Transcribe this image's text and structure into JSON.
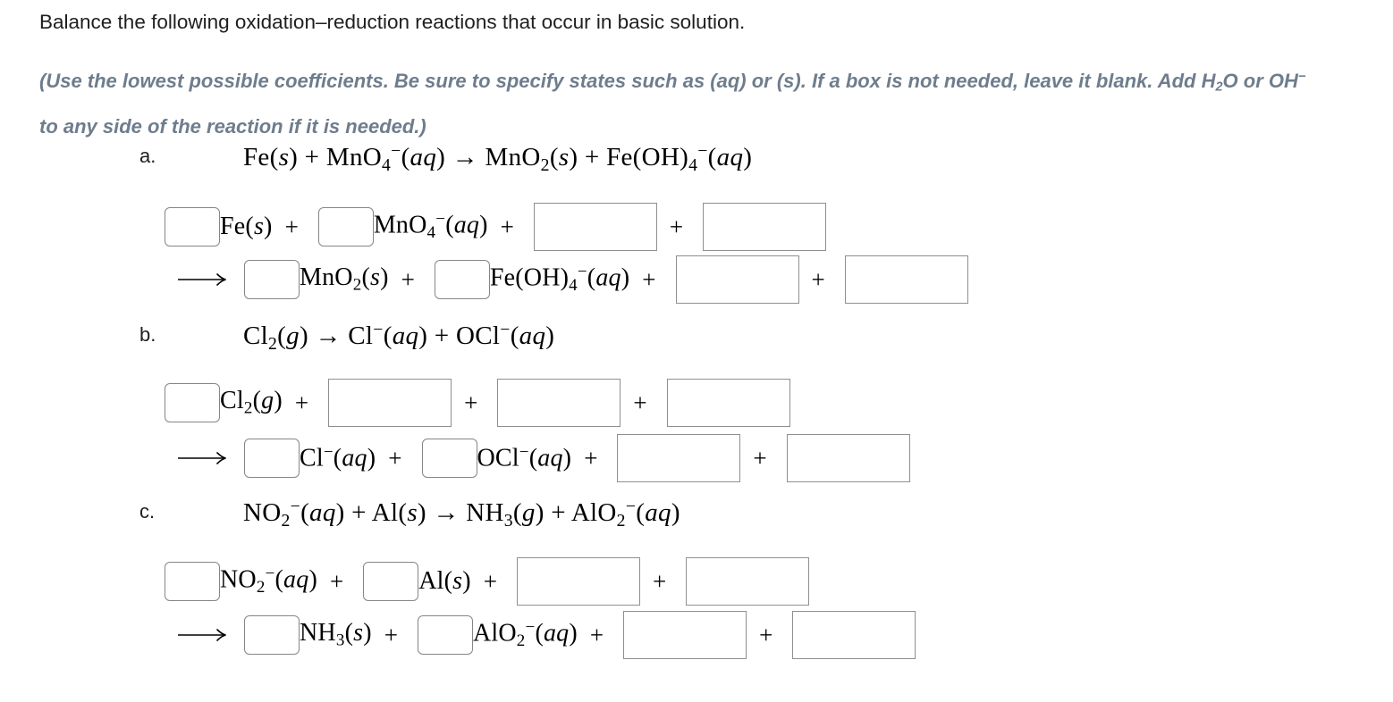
{
  "problem": {
    "statement": "Balance the following oxidation–reduction reactions that occur in basic solution.",
    "instructions_line1": "(Use the lowest possible coefficients. Be sure to specify states such as (aq) or (s). If a box is not needed, leave it blank. Add H_2O or OH^−",
    "instructions_line2": "to any side of the reaction if it is needed.)"
  },
  "symbols": {
    "plus": "+"
  },
  "reactions": [
    {
      "label": "a.",
      "equation": "Fe(*s*) + MnO_4^−(*aq*) → MnO_2(*s*) + Fe(OH)_4^−(*aq*)",
      "reactant_terms": [
        {
          "type": "species",
          "formula": "Fe(*s*)",
          "coefficient_value": ""
        },
        {
          "type": "species",
          "formula": "MnO_4^−(*aq*)",
          "coefficient_value": ""
        },
        {
          "type": "blank",
          "value": ""
        },
        {
          "type": "blank",
          "value": ""
        }
      ],
      "product_terms": [
        {
          "type": "species",
          "formula": "MnO_2(*s*)",
          "coefficient_value": ""
        },
        {
          "type": "species",
          "formula": "Fe(OH)_4^−(*aq*)",
          "coefficient_value": ""
        },
        {
          "type": "blank",
          "value": ""
        },
        {
          "type": "blank",
          "value": ""
        }
      ]
    },
    {
      "label": "b.",
      "equation": "Cl_2(*g*) → Cl^−(*aq*) + OCl^−(*aq*)",
      "reactant_terms": [
        {
          "type": "species",
          "formula": "Cl_2(*g*)",
          "coefficient_value": ""
        },
        {
          "type": "blank",
          "value": ""
        },
        {
          "type": "blank",
          "value": ""
        },
        {
          "type": "blank",
          "value": ""
        }
      ],
      "product_terms": [
        {
          "type": "species",
          "formula": "Cl^−(*aq*)",
          "coefficient_value": ""
        },
        {
          "type": "species",
          "formula": "OCl^−(*aq*)",
          "coefficient_value": ""
        },
        {
          "type": "blank",
          "value": ""
        },
        {
          "type": "blank",
          "value": ""
        }
      ]
    },
    {
      "label": "c.",
      "equation": "NO_2^−(*aq*) + Al(*s*) → NH_3(*g*) + AlO_2^−(*aq*)",
      "reactant_terms": [
        {
          "type": "species",
          "formula": "NO_2^−(*aq*)",
          "coefficient_value": ""
        },
        {
          "type": "species",
          "formula": "Al(*s*)",
          "coefficient_value": ""
        },
        {
          "type": "blank",
          "value": ""
        },
        {
          "type": "blank",
          "value": ""
        }
      ],
      "product_terms": [
        {
          "type": "species",
          "formula": "NH_3(*s*)",
          "coefficient_value": ""
        },
        {
          "type": "species",
          "formula": "AlO_2^−(*aq*)",
          "coefficient_value": ""
        },
        {
          "type": "blank",
          "value": ""
        },
        {
          "type": "blank",
          "value": ""
        }
      ]
    }
  ]
}
